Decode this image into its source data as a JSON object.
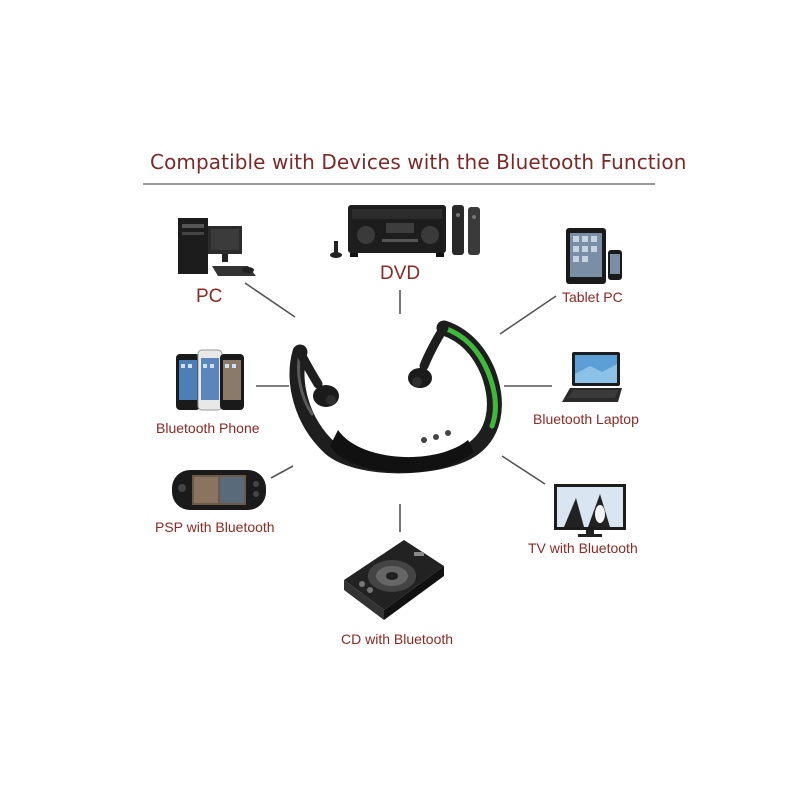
{
  "title": "Compatible with Devices with the Bluetooth Function",
  "devices": {
    "pc": {
      "label": "PC",
      "icon": "desktop-computer-icon"
    },
    "dvd": {
      "label": "DVD",
      "icon": "av-receiver-icon"
    },
    "tablet": {
      "label": "Tablet PC",
      "icon": "tablet-icon"
    },
    "phone": {
      "label": "Bluetooth Phone",
      "icon": "smartphone-icon"
    },
    "laptop": {
      "label": "Bluetooth Laptop",
      "icon": "laptop-icon"
    },
    "psp": {
      "label": "PSP with Bluetooth",
      "icon": "handheld-console-icon"
    },
    "tv": {
      "label": "TV with Bluetooth",
      "icon": "television-icon"
    },
    "cd": {
      "label": "CD with Bluetooth",
      "icon": "cd-player-icon"
    }
  },
  "center": {
    "icon": "bluetooth-headset-icon"
  },
  "colors": {
    "title": "#7b2a2a",
    "label": "#8a2a25",
    "accent_green": "#3fb93a",
    "headset": "#1e1e1e"
  }
}
